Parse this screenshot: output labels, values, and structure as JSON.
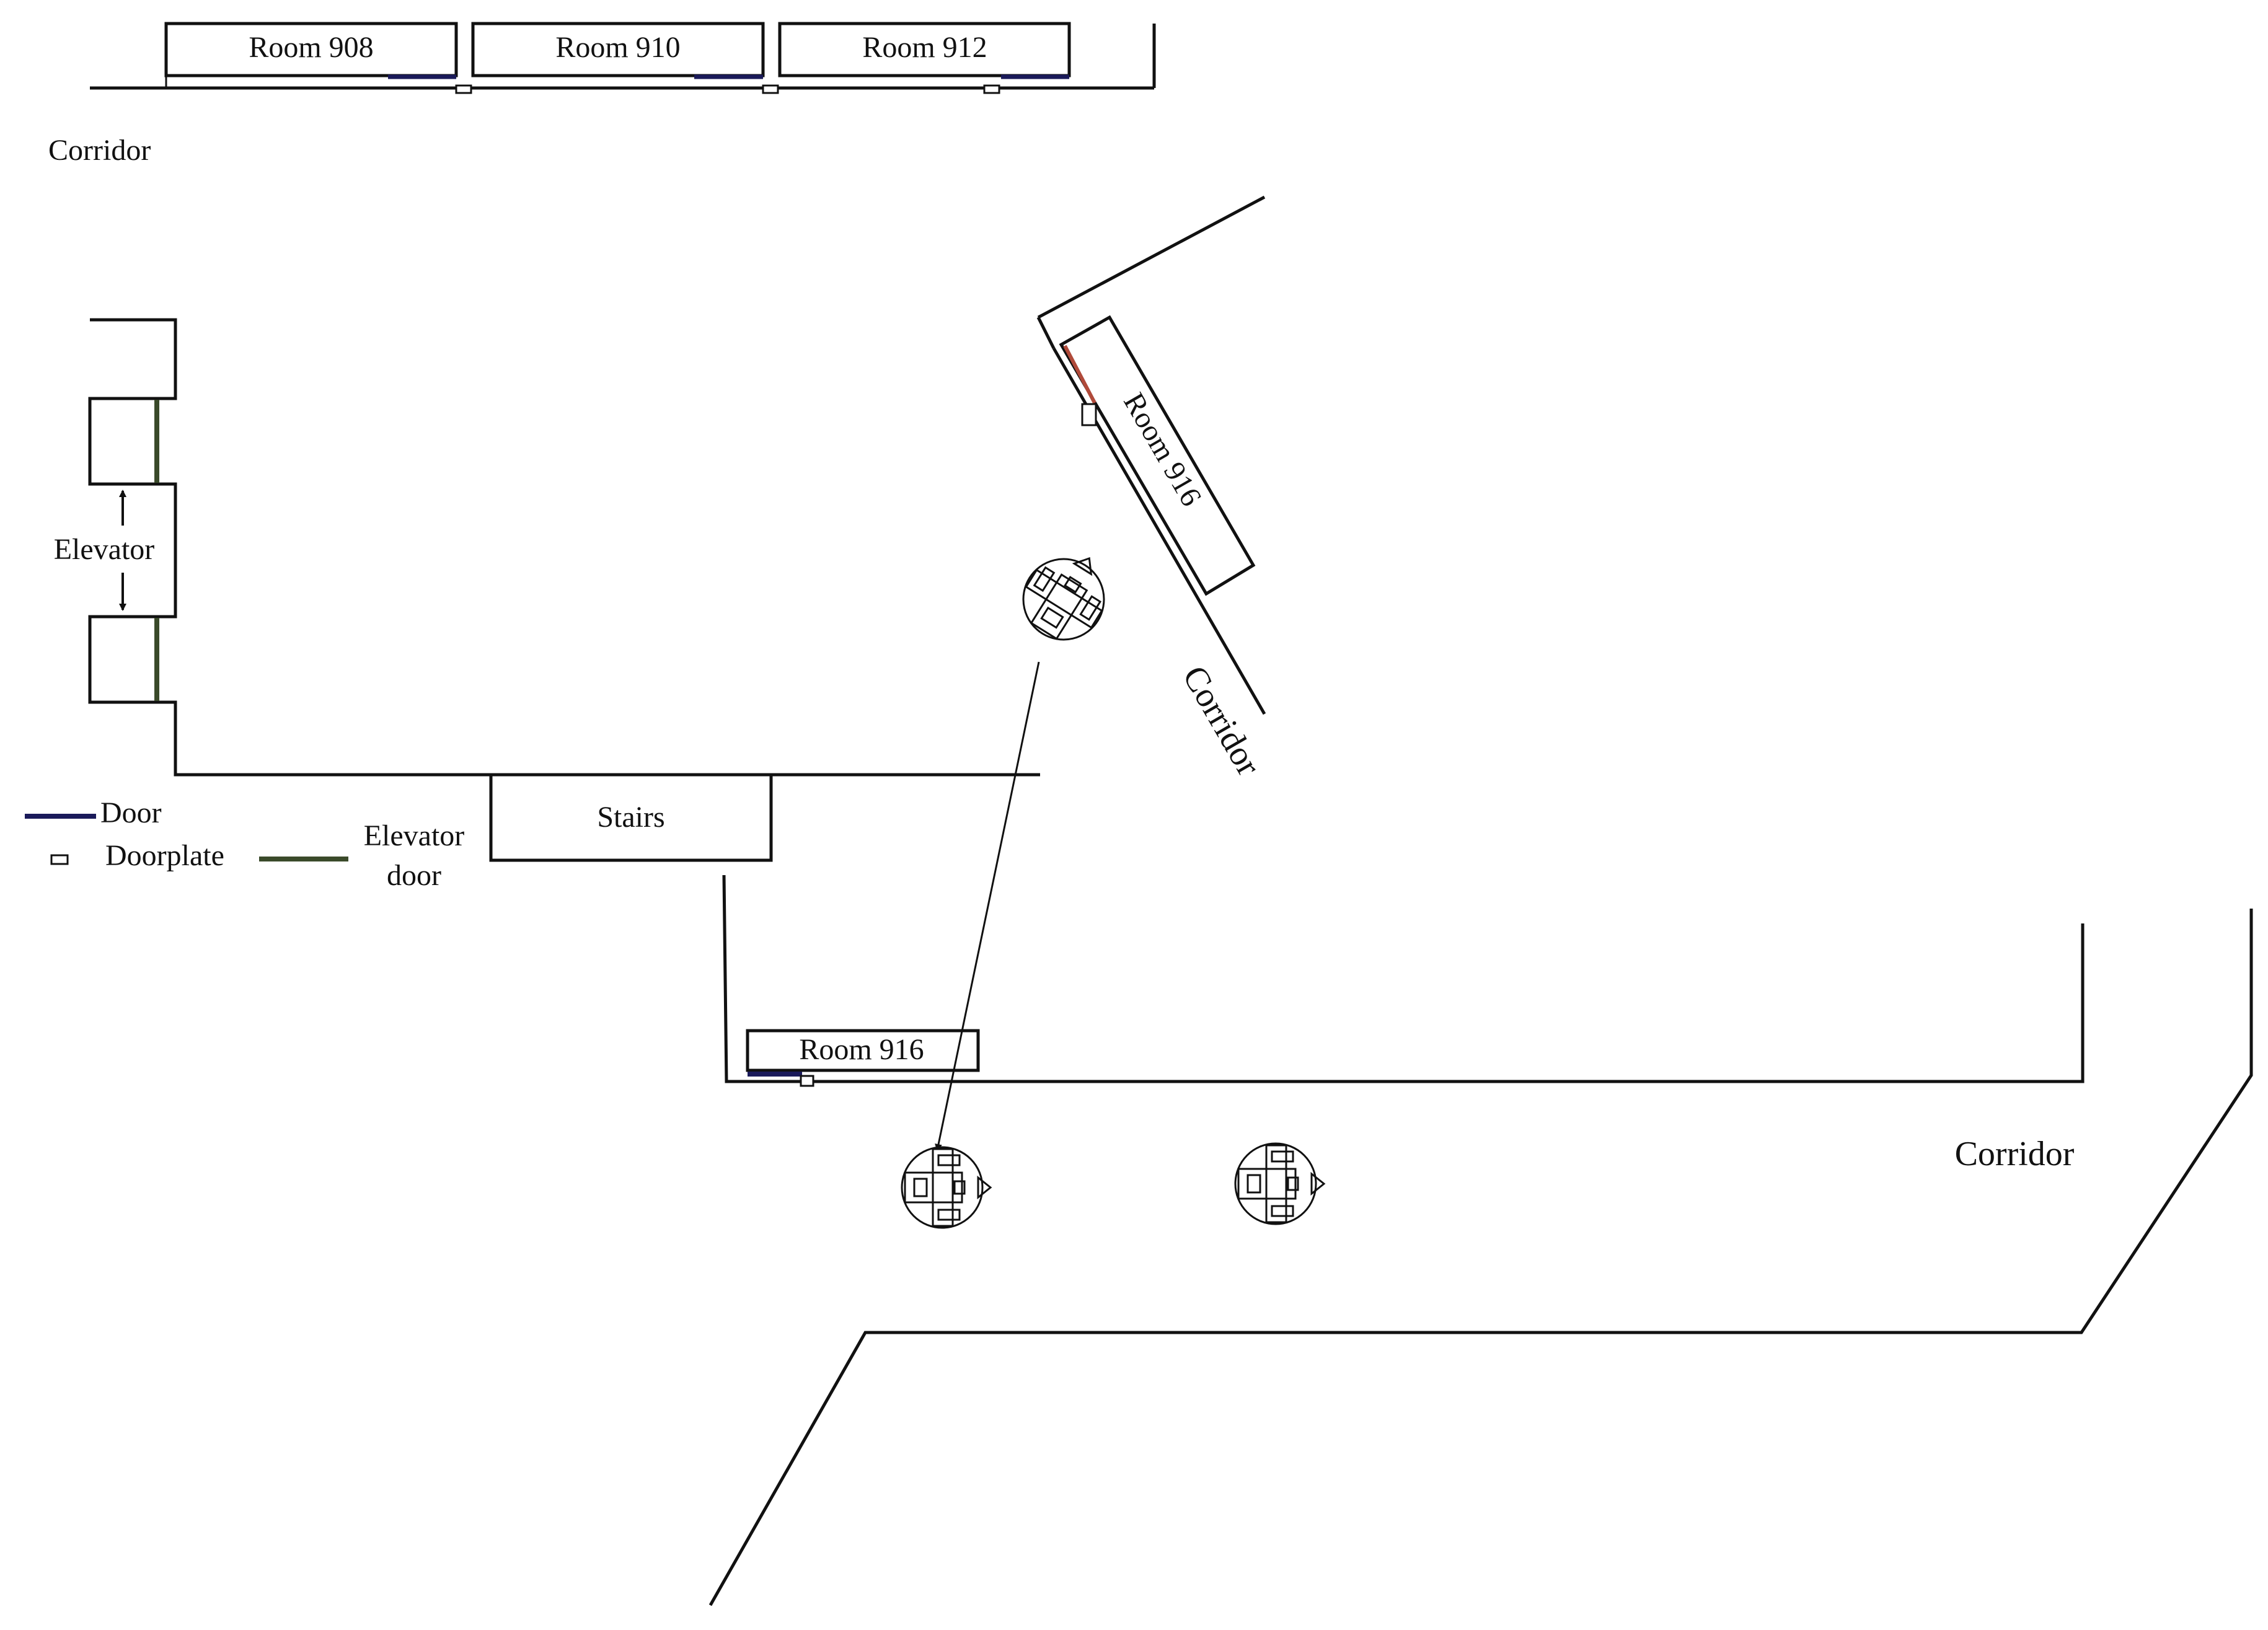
{
  "rooms": {
    "room_908": "Room 908",
    "room_910": "Room 910",
    "room_912": "Room 912",
    "room_916_rotated": "Room 916",
    "room_916_lower": "Room 916"
  },
  "corridors": {
    "top_left": "Corridor",
    "diagonal": "Corridor",
    "right": "Corridor"
  },
  "elevator": {
    "label": "Elevator"
  },
  "stairs": {
    "label": "Stairs"
  },
  "legend": {
    "door": "Door",
    "doorplate": "Doorplate",
    "elevator_door_line1": "Elevator",
    "elevator_door_line2": "door"
  },
  "colors": {
    "door": "#1a1a5a",
    "elevator_door": "#3a4a2a",
    "door_room916_rot": "#b04a3a",
    "ink": "#111111"
  },
  "icons": {
    "robot": "robot-topdown-icon",
    "arrow": "arrow-icon"
  }
}
